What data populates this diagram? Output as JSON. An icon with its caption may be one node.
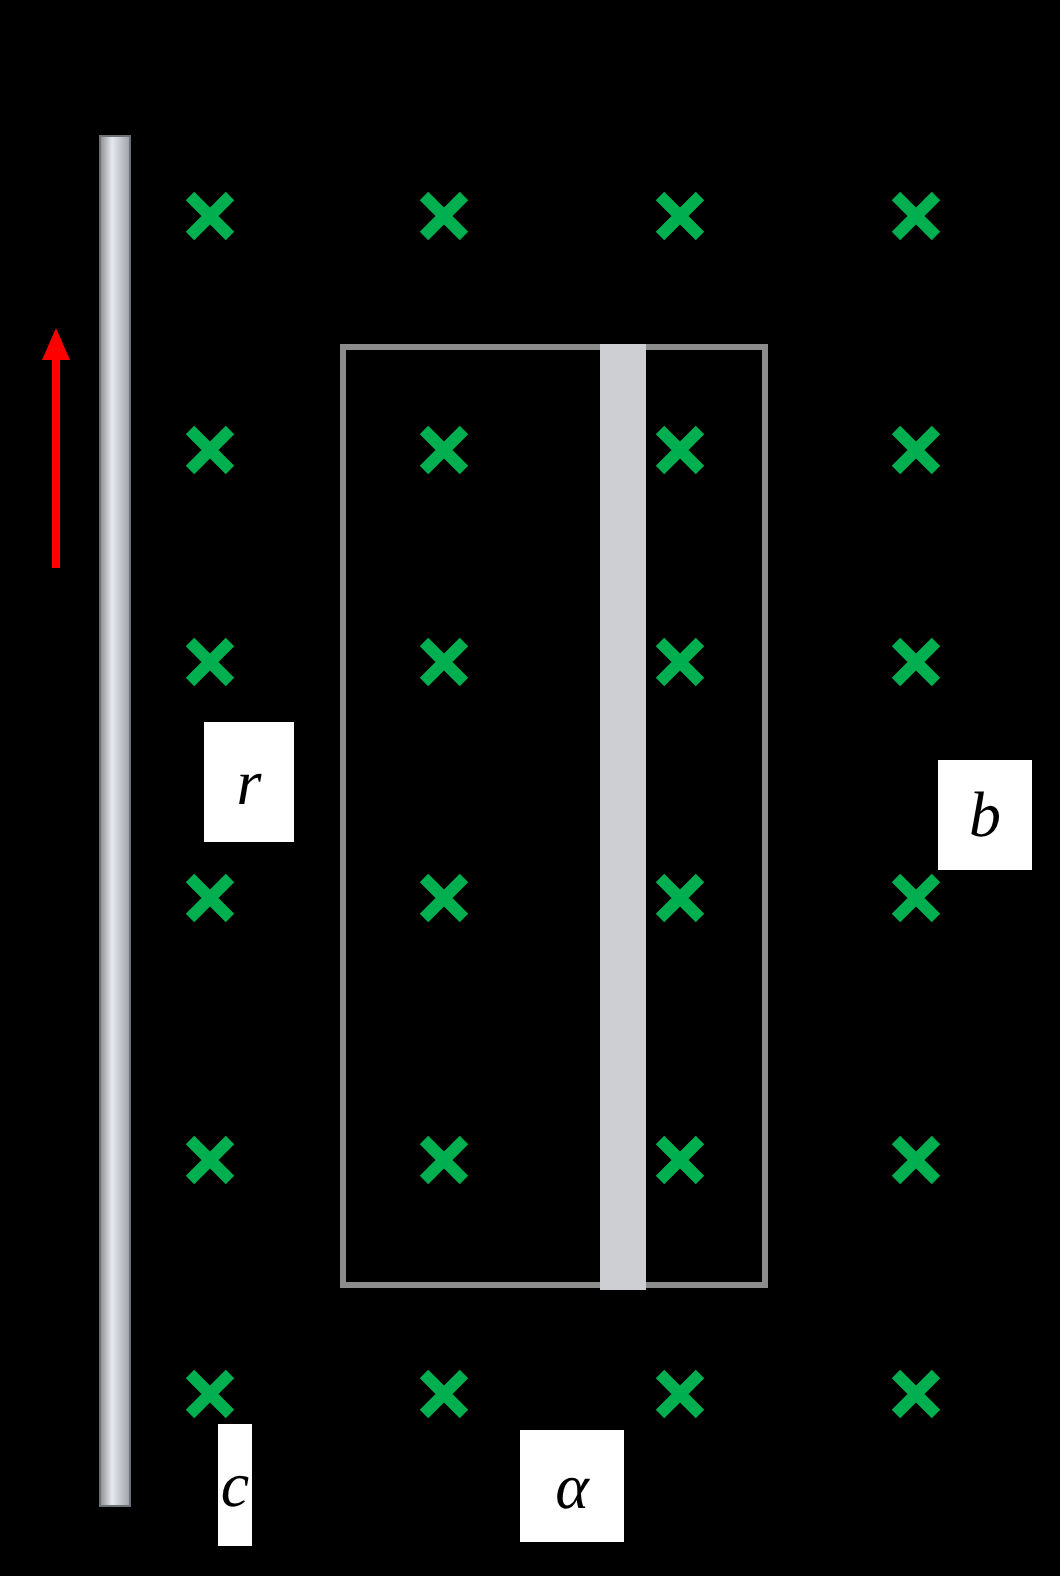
{
  "diagram": {
    "labels": [
      "r",
      "b",
      "c",
      "α"
    ]
  }
}
